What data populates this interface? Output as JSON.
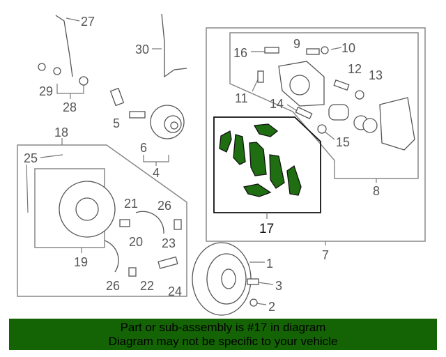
{
  "diagram": {
    "highlight_color": "#1f6e12",
    "labels": [
      "27",
      "30",
      "16",
      "9",
      "10",
      "12",
      "13",
      "11",
      "14",
      "15",
      "29",
      "28",
      "5",
      "6",
      "4",
      "18",
      "25",
      "8",
      "21",
      "26",
      "17",
      "20",
      "23",
      "19",
      "7",
      "1",
      "3",
      "26",
      "22",
      "24",
      "2"
    ]
  },
  "banner": {
    "line1": "Part or sub-assembly is #17 in diagram",
    "line2": "Diagram may not be specific to your vehicle",
    "color": "#146405"
  }
}
